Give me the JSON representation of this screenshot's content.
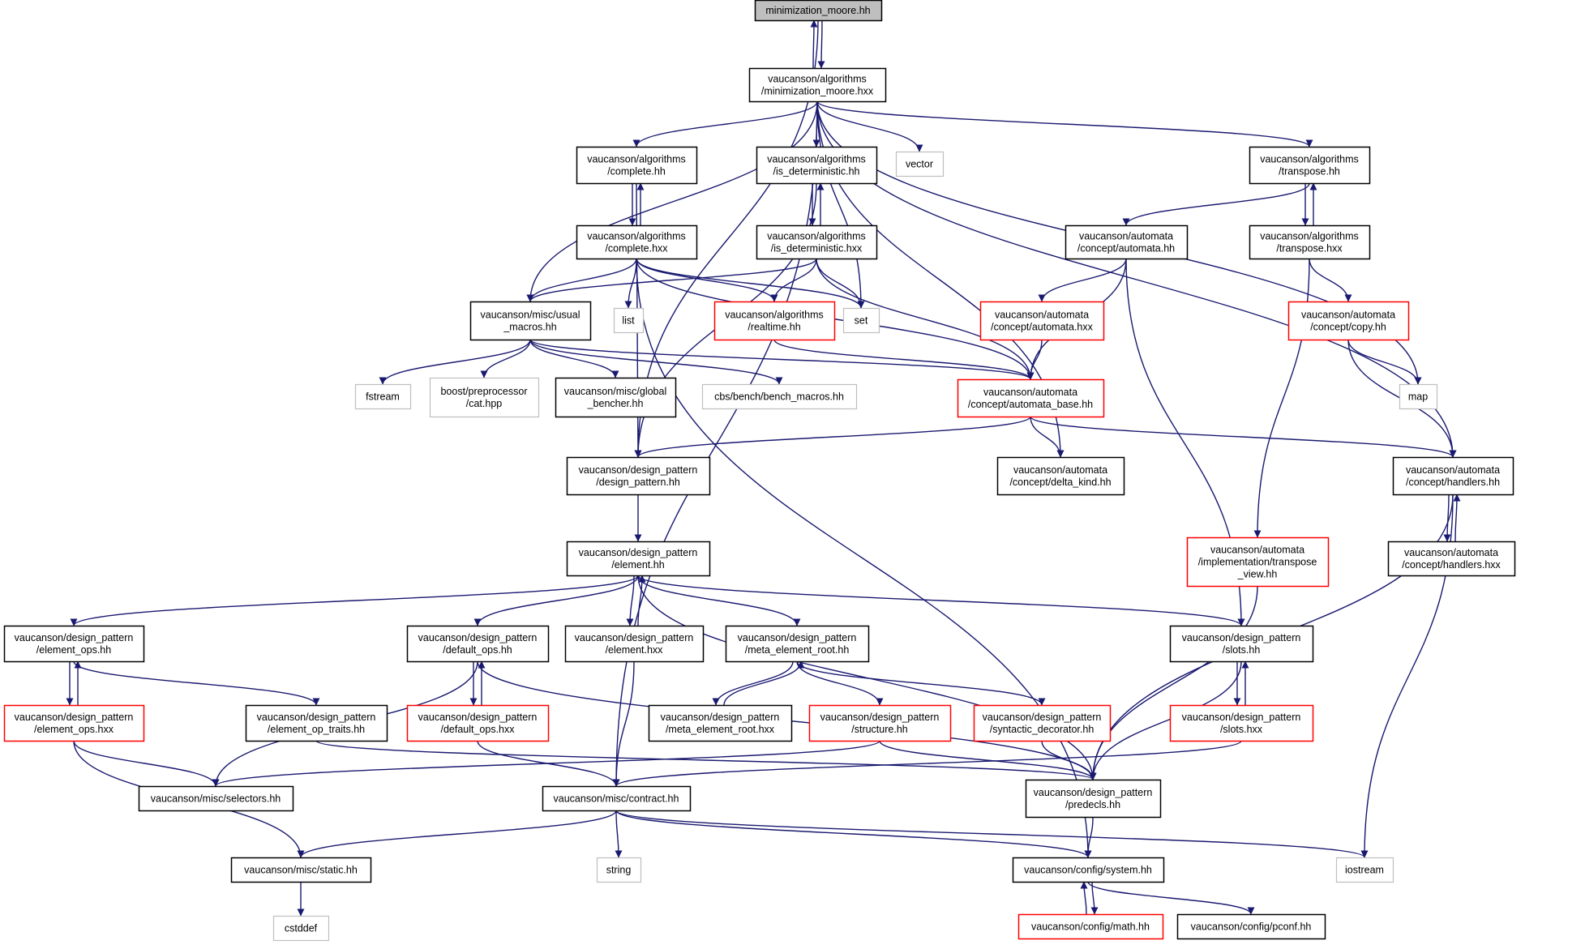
{
  "colors": {
    "edge": "#191970",
    "root_fill": "#bfbfbf",
    "normal_border": "#000000",
    "incomplete_border": "#ff0000",
    "external_border": "#bfbfbf"
  },
  "nodes": [
    {
      "id": "root",
      "lines": [
        "minimization_moore.hh"
      ],
      "kind": "root"
    },
    {
      "id": "mm_hxx",
      "lines": [
        "vaucanson/algorithms",
        "/minimization_moore.hxx"
      ],
      "kind": "normal"
    },
    {
      "id": "complete_hh",
      "lines": [
        "vaucanson/algorithms",
        "/complete.hh"
      ],
      "kind": "normal"
    },
    {
      "id": "isdet_hh",
      "lines": [
        "vaucanson/algorithms",
        "/is_deterministic.hh"
      ],
      "kind": "normal"
    },
    {
      "id": "vector",
      "lines": [
        "vector"
      ],
      "kind": "external"
    },
    {
      "id": "transpose_hh",
      "lines": [
        "vaucanson/algorithms",
        "/transpose.hh"
      ],
      "kind": "normal"
    },
    {
      "id": "complete_hxx",
      "lines": [
        "vaucanson/algorithms",
        "/complete.hxx"
      ],
      "kind": "normal"
    },
    {
      "id": "isdet_hxx",
      "lines": [
        "vaucanson/algorithms",
        "/is_deterministic.hxx"
      ],
      "kind": "normal"
    },
    {
      "id": "automata_hh",
      "lines": [
        "vaucanson/automata",
        "/concept/automata.hh"
      ],
      "kind": "normal"
    },
    {
      "id": "transpose_hxx",
      "lines": [
        "vaucanson/algorithms",
        "/transpose.hxx"
      ],
      "kind": "normal"
    },
    {
      "id": "usual_macros",
      "lines": [
        "vaucanson/misc/usual",
        "_macros.hh"
      ],
      "kind": "normal"
    },
    {
      "id": "list",
      "lines": [
        "list"
      ],
      "kind": "external"
    },
    {
      "id": "realtime_hh",
      "lines": [
        "vaucanson/algorithms",
        "/realtime.hh"
      ],
      "kind": "incomplete"
    },
    {
      "id": "set",
      "lines": [
        "set"
      ],
      "kind": "external"
    },
    {
      "id": "automata_hxx",
      "lines": [
        "vaucanson/automata",
        "/concept/automata.hxx"
      ],
      "kind": "incomplete"
    },
    {
      "id": "copy_hh",
      "lines": [
        "vaucanson/automata",
        "/concept/copy.hh"
      ],
      "kind": "incomplete"
    },
    {
      "id": "fstream",
      "lines": [
        "fstream"
      ],
      "kind": "external"
    },
    {
      "id": "boost_cat",
      "lines": [
        "boost/preprocessor",
        "/cat.hpp"
      ],
      "kind": "external"
    },
    {
      "id": "global_bencher",
      "lines": [
        "vaucanson/misc/global",
        "_bencher.hh"
      ],
      "kind": "normal"
    },
    {
      "id": "bench_macros",
      "lines": [
        "cbs/bench/bench_macros.hh"
      ],
      "kind": "external"
    },
    {
      "id": "automata_base",
      "lines": [
        "vaucanson/automata",
        "/concept/automata_base.hh"
      ],
      "kind": "incomplete"
    },
    {
      "id": "map",
      "lines": [
        "map"
      ],
      "kind": "external"
    },
    {
      "id": "design_pattern",
      "lines": [
        "vaucanson/design_pattern",
        "/design_pattern.hh"
      ],
      "kind": "normal"
    },
    {
      "id": "delta_kind",
      "lines": [
        "vaucanson/automata",
        "/concept/delta_kind.hh"
      ],
      "kind": "normal"
    },
    {
      "id": "handlers_hh",
      "lines": [
        "vaucanson/automata",
        "/concept/handlers.hh"
      ],
      "kind": "normal"
    },
    {
      "id": "element_hh",
      "lines": [
        "vaucanson/design_pattern",
        "/element.hh"
      ],
      "kind": "normal"
    },
    {
      "id": "handlers_hxx",
      "lines": [
        "vaucanson/automata",
        "/concept/handlers.hxx"
      ],
      "kind": "normal"
    },
    {
      "id": "transpose_view",
      "lines": [
        "vaucanson/automata",
        "/implementation/transpose",
        "_view.hh"
      ],
      "kind": "incomplete"
    },
    {
      "id": "element_ops_hh",
      "lines": [
        "vaucanson/design_pattern",
        "/element_ops.hh"
      ],
      "kind": "normal"
    },
    {
      "id": "default_ops_hh",
      "lines": [
        "vaucanson/design_pattern",
        "/default_ops.hh"
      ],
      "kind": "normal"
    },
    {
      "id": "element_hxx",
      "lines": [
        "vaucanson/design_pattern",
        "/element.hxx"
      ],
      "kind": "normal"
    },
    {
      "id": "meta_root_hh",
      "lines": [
        "vaucanson/design_pattern",
        "/meta_element_root.hh"
      ],
      "kind": "normal"
    },
    {
      "id": "slots_hh",
      "lines": [
        "vaucanson/design_pattern",
        "/slots.hh"
      ],
      "kind": "normal"
    },
    {
      "id": "element_ops_hxx",
      "lines": [
        "vaucanson/design_pattern",
        "/element_ops.hxx"
      ],
      "kind": "incomplete"
    },
    {
      "id": "element_op_traits",
      "lines": [
        "vaucanson/design_pattern",
        "/element_op_traits.hh"
      ],
      "kind": "normal"
    },
    {
      "id": "default_ops_hxx",
      "lines": [
        "vaucanson/design_pattern",
        "/default_ops.hxx"
      ],
      "kind": "incomplete"
    },
    {
      "id": "meta_root_hxx",
      "lines": [
        "vaucanson/design_pattern",
        "/meta_element_root.hxx"
      ],
      "kind": "normal"
    },
    {
      "id": "structure_hh",
      "lines": [
        "vaucanson/design_pattern",
        "/structure.hh"
      ],
      "kind": "incomplete"
    },
    {
      "id": "syntactic_decorator",
      "lines": [
        "vaucanson/design_pattern",
        "/syntactic_decorator.hh"
      ],
      "kind": "incomplete"
    },
    {
      "id": "slots_hxx",
      "lines": [
        "vaucanson/design_pattern",
        "/slots.hxx"
      ],
      "kind": "incomplete"
    },
    {
      "id": "selectors",
      "lines": [
        "vaucanson/misc/selectors.hh"
      ],
      "kind": "normal"
    },
    {
      "id": "contract",
      "lines": [
        "vaucanson/misc/contract.hh"
      ],
      "kind": "normal"
    },
    {
      "id": "predecls",
      "lines": [
        "vaucanson/design_pattern",
        "/predecls.hh"
      ],
      "kind": "normal"
    },
    {
      "id": "static_hh",
      "lines": [
        "vaucanson/misc/static.hh"
      ],
      "kind": "normal"
    },
    {
      "id": "string",
      "lines": [
        "string"
      ],
      "kind": "external"
    },
    {
      "id": "system_hh",
      "lines": [
        "vaucanson/config/system.hh"
      ],
      "kind": "normal"
    },
    {
      "id": "iostream",
      "lines": [
        "iostream"
      ],
      "kind": "external"
    },
    {
      "id": "cstddef",
      "lines": [
        "cstddef"
      ],
      "kind": "external"
    },
    {
      "id": "math_hh",
      "lines": [
        "vaucanson/config/math.hh"
      ],
      "kind": "incomplete"
    },
    {
      "id": "pconf_hh",
      "lines": [
        "vaucanson/config/pconf.hh"
      ],
      "kind": "normal"
    }
  ],
  "edges": [
    [
      "root",
      "mm_hxx"
    ],
    [
      "mm_hxx",
      "root"
    ],
    [
      "root",
      "design_pattern"
    ],
    [
      "mm_hxx",
      "complete_hh"
    ],
    [
      "mm_hxx",
      "isdet_hh"
    ],
    [
      "mm_hxx",
      "vector"
    ],
    [
      "mm_hxx",
      "transpose_hh"
    ],
    [
      "mm_hxx",
      "usual_macros"
    ],
    [
      "mm_hxx",
      "set"
    ],
    [
      "mm_hxx",
      "map"
    ],
    [
      "mm_hxx",
      "handlers_hh"
    ],
    [
      "mm_hxx",
      "delta_kind"
    ],
    [
      "mm_hxx",
      "contract"
    ],
    [
      "complete_hh",
      "complete_hxx"
    ],
    [
      "complete_hxx",
      "complete_hh"
    ],
    [
      "complete_hh",
      "design_pattern"
    ],
    [
      "isdet_hh",
      "isdet_hxx"
    ],
    [
      "isdet_hxx",
      "isdet_hh"
    ],
    [
      "isdet_hh",
      "design_pattern"
    ],
    [
      "transpose_hh",
      "transpose_hxx"
    ],
    [
      "transpose_hxx",
      "transpose_hh"
    ],
    [
      "transpose_hh",
      "automata_hh"
    ],
    [
      "complete_hxx",
      "usual_macros"
    ],
    [
      "complete_hxx",
      "list"
    ],
    [
      "complete_hxx",
      "realtime_hh"
    ],
    [
      "complete_hxx",
      "set"
    ],
    [
      "complete_hxx",
      "automata_base"
    ],
    [
      "complete_hxx",
      "system_hh"
    ],
    [
      "isdet_hxx",
      "usual_macros"
    ],
    [
      "isdet_hxx",
      "realtime_hh"
    ],
    [
      "isdet_hxx",
      "set"
    ],
    [
      "isdet_hxx",
      "automata_base"
    ],
    [
      "automata_hh",
      "automata_hxx"
    ],
    [
      "automata_hh",
      "automata_base"
    ],
    [
      "automata_hh",
      "slots_hh"
    ],
    [
      "automata_hxx",
      "automata_base"
    ],
    [
      "realtime_hh",
      "automata_base"
    ],
    [
      "transpose_hxx",
      "copy_hh"
    ],
    [
      "transpose_hxx",
      "transpose_view"
    ],
    [
      "copy_hh",
      "map"
    ],
    [
      "copy_hh",
      "handlers_hh"
    ],
    [
      "usual_macros",
      "fstream"
    ],
    [
      "usual_macros",
      "boost_cat"
    ],
    [
      "usual_macros",
      "global_bencher"
    ],
    [
      "usual_macros",
      "bench_macros"
    ],
    [
      "usual_macros",
      "automata_base"
    ],
    [
      "automata_base",
      "design_pattern"
    ],
    [
      "automata_base",
      "delta_kind"
    ],
    [
      "automata_base",
      "handlers_hh"
    ],
    [
      "handlers_hh",
      "handlers_hxx"
    ],
    [
      "handlers_hxx",
      "handlers_hh"
    ],
    [
      "handlers_hh",
      "predecls"
    ],
    [
      "handlers_hh",
      "iostream"
    ],
    [
      "transpose_view",
      "predecls"
    ],
    [
      "design_pattern",
      "element_hh"
    ],
    [
      "element_hh",
      "element_ops_hh"
    ],
    [
      "element_hh",
      "default_ops_hh"
    ],
    [
      "element_hh",
      "element_hxx"
    ],
    [
      "element_hxx",
      "element_hh"
    ],
    [
      "element_hh",
      "meta_root_hh"
    ],
    [
      "element_hh",
      "slots_hh"
    ],
    [
      "element_hh",
      "predecls"
    ],
    [
      "element_ops_hh",
      "element_ops_hxx"
    ],
    [
      "element_ops_hxx",
      "element_ops_hh"
    ],
    [
      "element_ops_hh",
      "element_op_traits"
    ],
    [
      "element_ops_hxx",
      "selectors"
    ],
    [
      "element_ops_hxx",
      "static_hh"
    ],
    [
      "default_ops_hh",
      "default_ops_hxx"
    ],
    [
      "default_ops_hxx",
      "default_ops_hh"
    ],
    [
      "default_ops_hh",
      "selectors"
    ],
    [
      "default_ops_hh",
      "predecls"
    ],
    [
      "default_ops_hxx",
      "contract"
    ],
    [
      "element_hxx",
      "contract"
    ],
    [
      "meta_root_hh",
      "meta_root_hxx"
    ],
    [
      "meta_root_hxx",
      "meta_root_hh"
    ],
    [
      "meta_root_hh",
      "structure_hh"
    ],
    [
      "meta_root_hh",
      "syntactic_decorator"
    ],
    [
      "structure_hh",
      "selectors"
    ],
    [
      "structure_hh",
      "predecls"
    ],
    [
      "syntactic_decorator",
      "predecls"
    ],
    [
      "slots_hh",
      "slots_hxx"
    ],
    [
      "slots_hxx",
      "slots_hh"
    ],
    [
      "slots_hh",
      "predecls"
    ],
    [
      "slots_hxx",
      "contract"
    ],
    [
      "element_op_traits",
      "predecls"
    ],
    [
      "contract",
      "static_hh"
    ],
    [
      "contract",
      "string"
    ],
    [
      "contract",
      "system_hh"
    ],
    [
      "contract",
      "iostream"
    ],
    [
      "predecls",
      "system_hh"
    ],
    [
      "static_hh",
      "cstddef"
    ],
    [
      "system_hh",
      "math_hh"
    ],
    [
      "math_hh",
      "system_hh"
    ],
    [
      "system_hh",
      "pconf_hh"
    ]
  ]
}
